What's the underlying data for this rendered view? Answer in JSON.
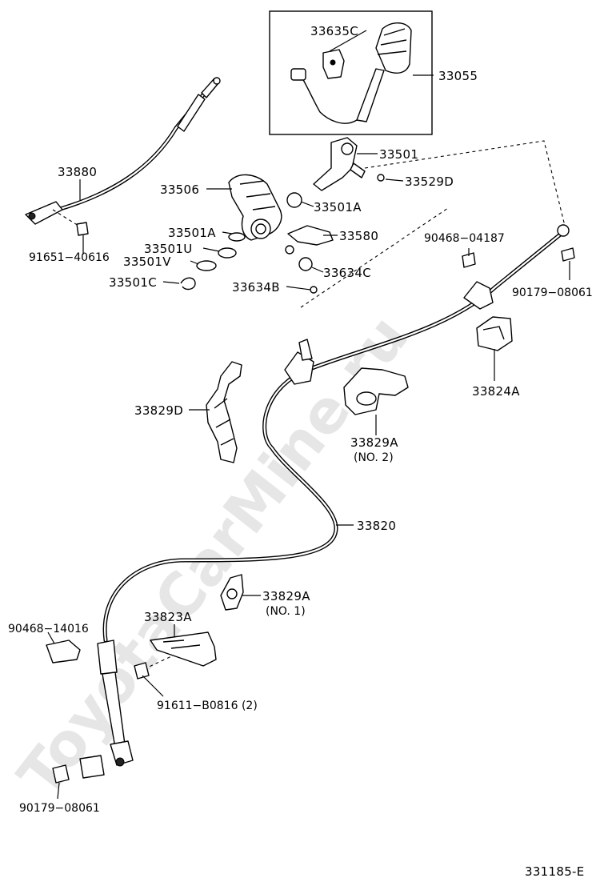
{
  "watermark": "ToyotaCarMine.ru",
  "figure_code": "331185-E",
  "labels": {
    "p33635C": "33635C",
    "p33055": "33055",
    "p33880": "33880",
    "p91651_40616": "91651−40616",
    "p33506": "33506",
    "p33501": "33501",
    "p33529D": "33529D",
    "p33501A_top": "33501A",
    "p33501A": "33501A",
    "p33580": "33580",
    "p33501U": "33501U",
    "p33501V": "33501V",
    "p33634C": "33634C",
    "p33501C": "33501C",
    "p33634B": "33634B",
    "p90468_04187": "90468−04187",
    "p90179_08061_top": "90179−08061",
    "p33824A": "33824A",
    "p33829D": "33829D",
    "p33829A_no2": "33829A",
    "no2": "(NO. 2)",
    "p33820": "33820",
    "p33829A_no1": "33829A",
    "no1": "(NO. 1)",
    "p90468_14016": "90468−14016",
    "p33823A": "33823A",
    "p91611_B0816": "91611−B0816 (2)",
    "p90179_08061_bottom": "90179−08061"
  }
}
